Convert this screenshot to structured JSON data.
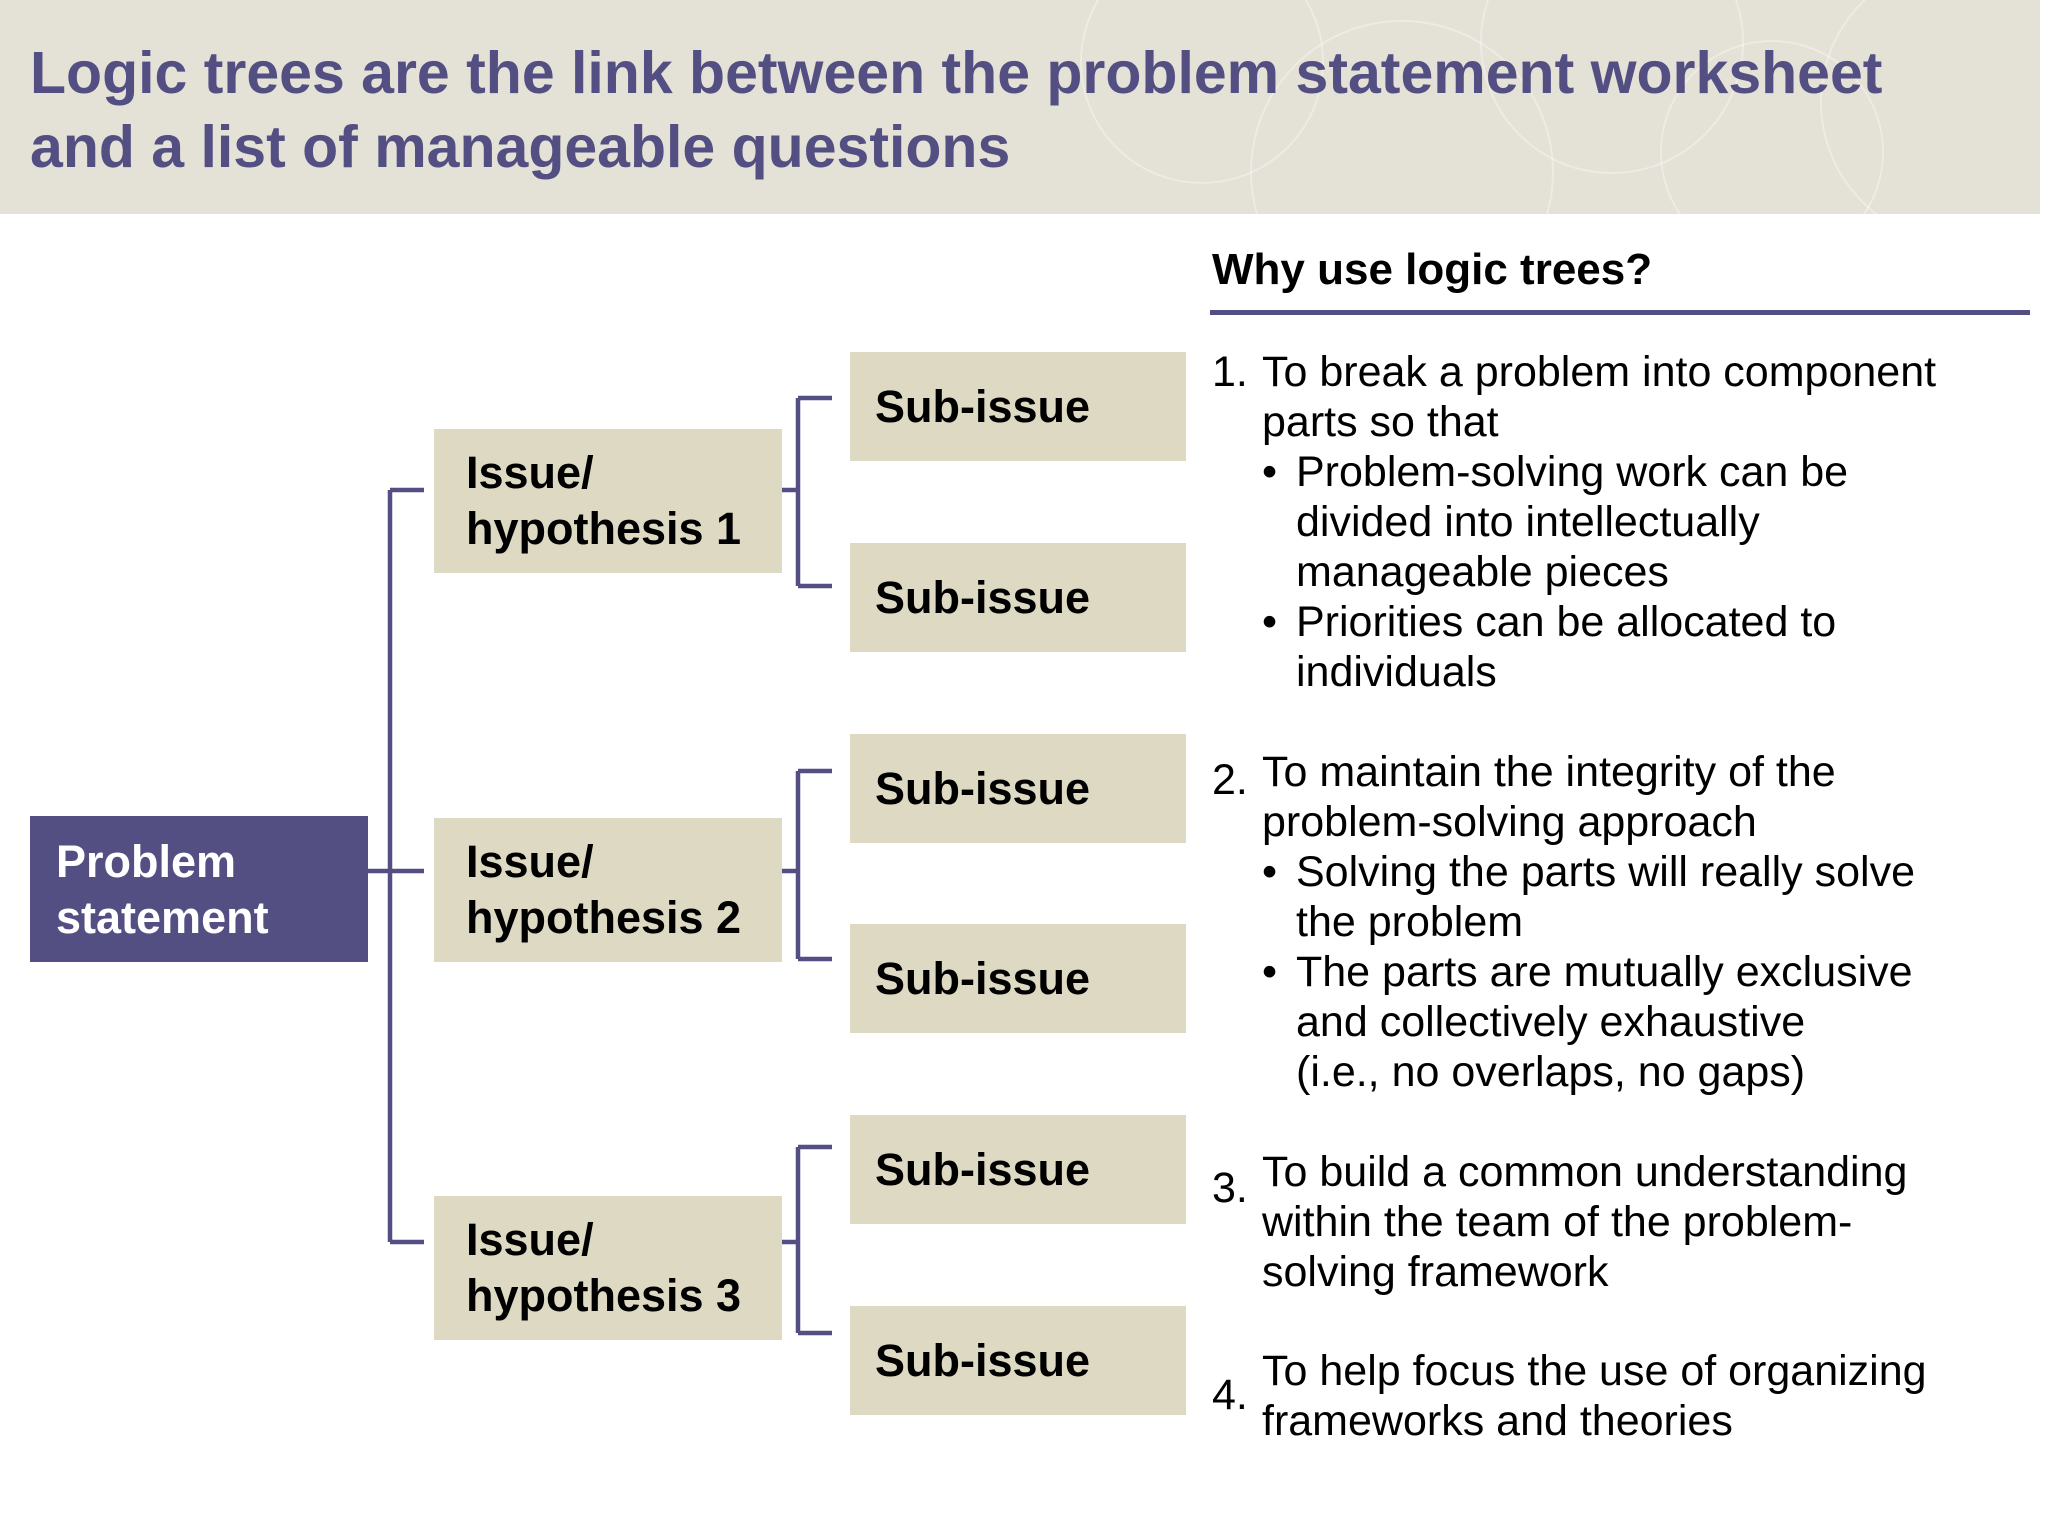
{
  "title": [
    "Logic trees are the link between the problem statement worksheet",
    "and a list of manageable questions"
  ],
  "colors": {
    "accent": "#534f83",
    "box_fill": "#ddd9c3",
    "header_bg": "#e4e1d6"
  },
  "tree": {
    "problem": [
      "Problem",
      "statement"
    ],
    "issues": [
      {
        "lines": [
          "Issue/",
          "hypothesis 1"
        ],
        "subs": [
          "Sub-issue",
          "Sub-issue"
        ]
      },
      {
        "lines": [
          "Issue/",
          "hypothesis 2"
        ],
        "subs": [
          "Sub-issue",
          "Sub-issue"
        ]
      },
      {
        "lines": [
          "Issue/",
          "hypothesis 3"
        ],
        "subs": [
          "Sub-issue",
          "Sub-issue"
        ]
      }
    ]
  },
  "why": {
    "heading": "Why use logic trees?",
    "reasons": [
      {
        "num": "1.",
        "lines": [
          "To break a problem into component",
          "parts so that"
        ],
        "bullets": [
          [
            "Problem-solving work can be",
            "divided into intellectually",
            "manageable pieces"
          ],
          [
            "Priorities can be allocated to",
            "individuals"
          ]
        ]
      },
      {
        "num": "2.",
        "lines": [
          "To maintain the integrity of the",
          "problem-solving approach"
        ],
        "bullets": [
          [
            "Solving the parts will really solve",
            "the problem"
          ],
          [
            "The parts are mutually exclusive",
            "and collectively exhaustive",
            "(i.e., no overlaps, no gaps)"
          ]
        ]
      },
      {
        "num": "3.",
        "lines": [
          "To build a common understanding",
          "within the team of the problem-",
          "solving framework"
        ]
      },
      {
        "num": "4.",
        "lines": [
          "To help focus the use of organizing",
          "frameworks and theories"
        ]
      }
    ]
  }
}
